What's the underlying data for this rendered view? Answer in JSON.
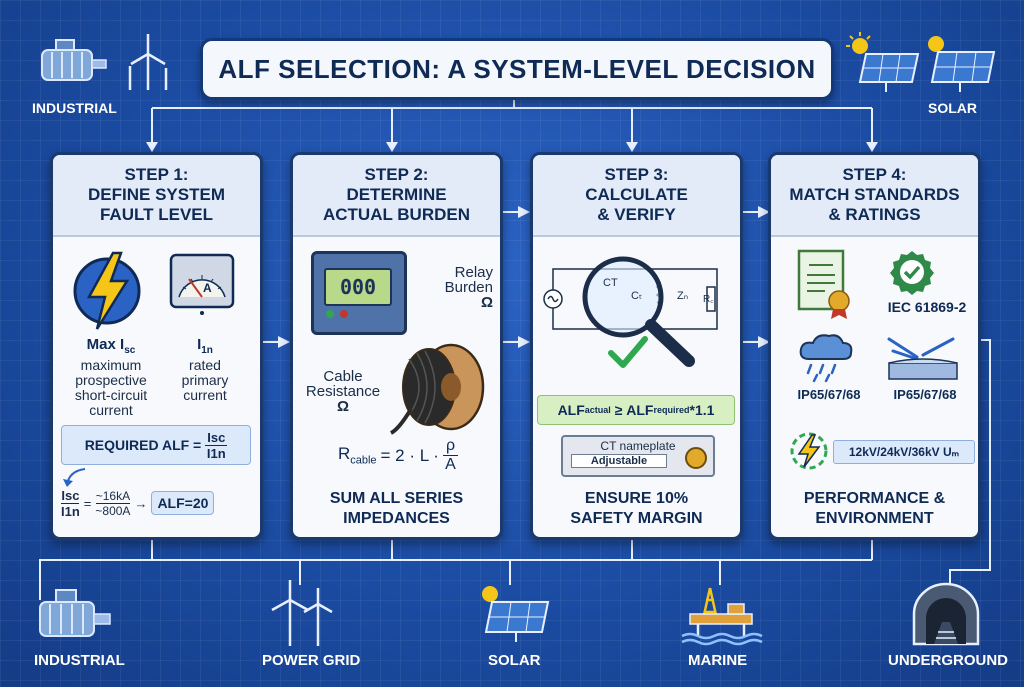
{
  "title": "ALF SELECTION: A SYSTEM-LEVEL DECISION",
  "corners": {
    "top_left": "INDUSTRIAL",
    "top_right": "SOLAR"
  },
  "bottom_labels": [
    "INDUSTRIAL",
    "POWER GRID",
    "SOLAR",
    "MARINE",
    "UNDERGROUND"
  ],
  "steps": [
    {
      "title_lines": [
        "STEP 1:",
        "DEFINE SYSTEM",
        "FAULT LEVEL"
      ],
      "max_isc": {
        "label": "Max I",
        "sub": "sc",
        "desc": [
          "maximum",
          "prospective",
          "short-circuit",
          "current"
        ]
      },
      "i1n": {
        "label": "I",
        "sub": "1n",
        "desc": [
          "rated",
          "primary",
          "current"
        ]
      },
      "meter_letter": "A",
      "formula": {
        "prefix": "REQUIRED ALF =",
        "num": "Isc",
        "den": "I1n"
      },
      "example": {
        "num_l": "Isc",
        "den_l": "I1n",
        "num_r": "~16kA",
        "den_r": "~800A",
        "result": "ALF=20"
      }
    },
    {
      "title_lines": [
        "STEP 2:",
        "DETERMINE",
        "ACTUAL BURDEN"
      ],
      "relay_display": "000",
      "relay_label": [
        "Relay",
        "Burden",
        "Ω"
      ],
      "cable_label": [
        "Cable",
        "Resistance",
        "Ω"
      ],
      "formula": {
        "lhs": "R",
        "lhs_sub": "cable",
        "rhs": "= 2 · L ·",
        "num": "ρ",
        "den": "A"
      },
      "footer": [
        "SUM ALL SERIES",
        "IMPEDANCES"
      ]
    },
    {
      "title_lines": [
        "STEP 3:",
        "CALCULATE",
        "& VERIFY"
      ],
      "circuit_labels": {
        "ct": "CT",
        "ct2": "Cₜ",
        "zn": "Zₙ",
        "rc": "R꜀"
      },
      "condition": {
        "left": "ALF",
        "left_sub": "actual",
        "op": " ≥ ",
        "right": "ALF",
        "right_sub": "required",
        "factor": "*1.1"
      },
      "nameplate": [
        "CT nameplate",
        "Adjustable"
      ],
      "footer": [
        "ENSURE 10%",
        "SAFETY MARGIN"
      ]
    },
    {
      "title_lines": [
        "STEP 4:",
        "MATCH STANDARDS",
        "& RATINGS"
      ],
      "standard": "IEC 61869-2",
      "ip_left": "IP65/67/68",
      "ip_right": "IP65/67/68",
      "voltage": "12kV/24kV/36kV Uₘ",
      "footer": [
        "PERFORMANCE &",
        "ENVIRONMENT"
      ]
    }
  ],
  "colors": {
    "background": "#1d4fa8",
    "card": "#f7f9fc",
    "text": "#0e2a55",
    "bolt": "#f5c518",
    "check": "#2fa84f"
  }
}
